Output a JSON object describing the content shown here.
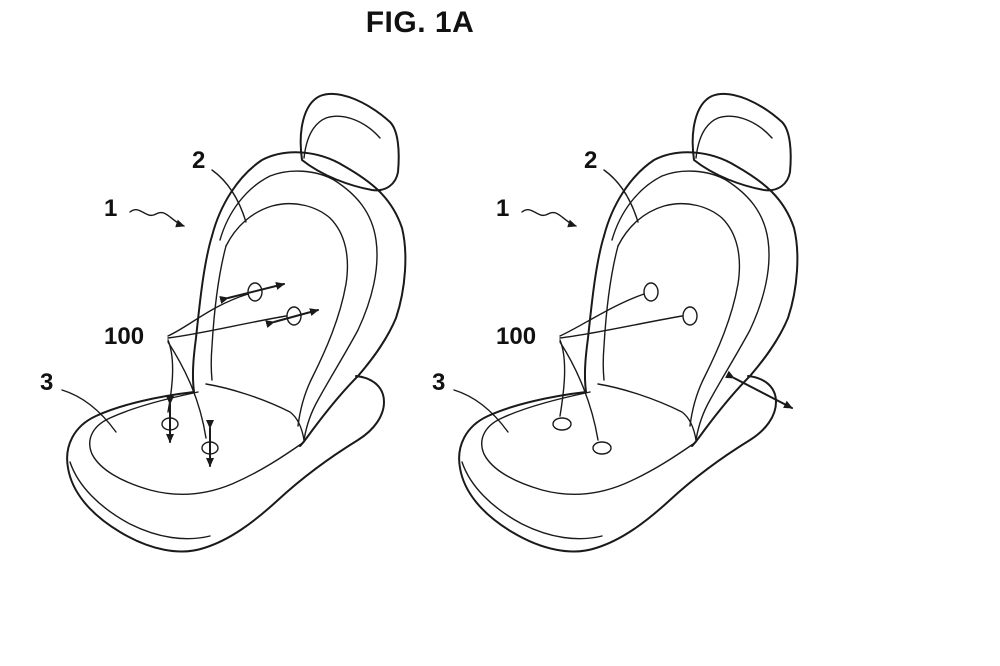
{
  "figure": {
    "title": "FIG. 1A"
  },
  "left_seat": {
    "ref_seat": "1",
    "ref_backrest": "2",
    "ref_cushion": "3",
    "ref_actuators": "100"
  },
  "right_seat": {
    "ref_seat": "1",
    "ref_backrest": "2",
    "ref_cushion": "3",
    "ref_actuators": "100"
  },
  "colors": {
    "line": "#1a1a1a",
    "background": "#ffffff"
  }
}
